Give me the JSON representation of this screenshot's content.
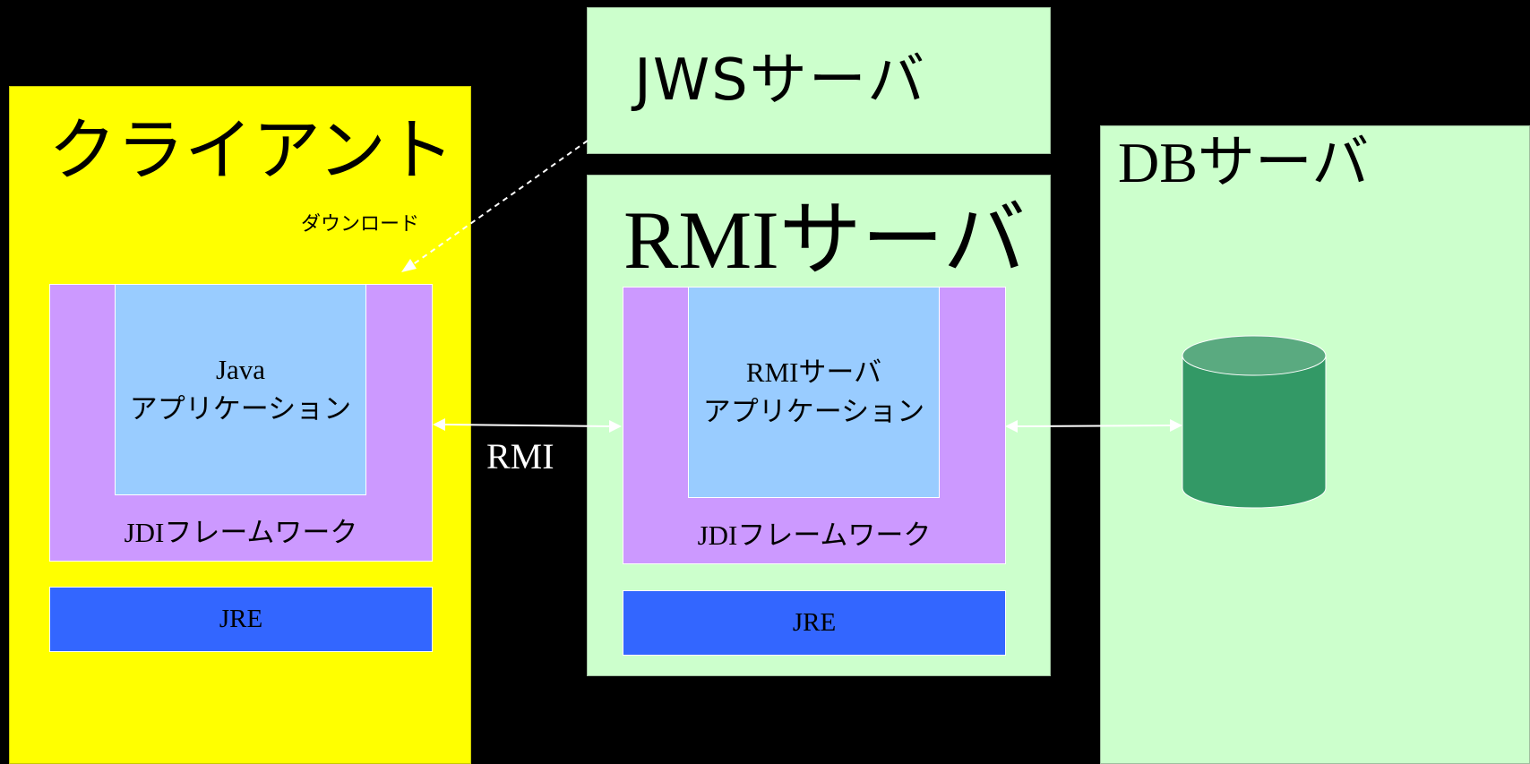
{
  "client": {
    "title": "クライアント",
    "download_label": "ダウンロード"
  },
  "jws": {
    "title": "JWSサーバ"
  },
  "rmi_server": {
    "title": "RMIサーバ"
  },
  "db_server": {
    "title": "DBサーバ"
  },
  "client_stack": {
    "app_line1": "Java",
    "app_line2": "アプリケーション",
    "framework": "JDIフレームワーク",
    "jre": "JRE"
  },
  "rmi_stack": {
    "app_line1": "RMIサーバ",
    "app_line2": "アプリケーション",
    "framework": "JDIフレームワーク",
    "jre": "JRE"
  },
  "connection": {
    "rmi_label": "RMI"
  },
  "colors": {
    "background": "#000000",
    "client_box": "#ffff00",
    "server_box": "#ccffcc",
    "framework": "#cc99ff",
    "application": "#99ccff",
    "jre": "#3366ff",
    "database": "#339966"
  }
}
